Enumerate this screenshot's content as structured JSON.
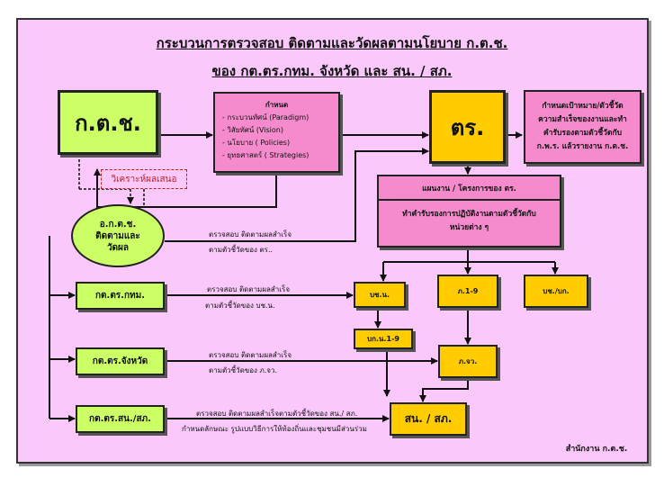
{
  "title": {
    "line1": "กระบวนการตรวจสอบ ติดตามและวัดผลตามนโยบาย ก.ต.ช.",
    "line2": "ของ กต.ตร.กทม. จังหวัด และ สน. / สภ."
  },
  "nodes": {
    "kts": "ก.ต.ช.",
    "analysis": "วิเคราะห์ผลเสนอ",
    "akts": {
      "l1": "อ.ก.ต.ช.",
      "l2": "ติดตามและ",
      "l3": "วัดผล"
    },
    "define": {
      "heading": "กำหนด",
      "items": [
        "- กระบวนทัศน์ (Paradigm)",
        "- วิสัยทัศน์ (Vision)",
        "- นโยบาย ( Policies)",
        "- ยุทธศาสตร์ ( Strategies)"
      ]
    },
    "tr": "ตร.",
    "kpi": {
      "l1": "กำหนดเป้าหมาย/ตัวชี้วัด",
      "l2": "ความสำเร็จของงานและทำ",
      "l3": "คำรับรองตามตัวชี้วัดกับ",
      "l4": "ก.พ.ร. แล้วรายงาน ก.ต.ช."
    },
    "plan": {
      "heading": "แผนงาน / โครงการของ ตร.",
      "l1": "ทำคำรับรองการปฏิบัติงานตามตัวชี้วัดกับ",
      "l2": "หน่วยต่าง ๆ"
    },
    "bchn": "บช.น.",
    "ph19": "ภ.1-9",
    "bchbk": "บช./บก.",
    "bkn19": "บก.น.1-9",
    "phjw": "ภ.จว.",
    "snsp_target": "สน. / สภ.",
    "kt_bkk": "กต.ตร.กทม.",
    "kt_prov": "กต.ตร.จังหวัด",
    "kt_snsp": "กต.ตร.สน./สภ."
  },
  "labels": {
    "check_tr_1": "ตรวจสอบ ติดตามผลสำเร็จ",
    "check_tr_2": "ตามตัวชี้วัดของ ตร..",
    "check_bkk_1": "ตรวจสอบ ติดตามผลสำเร็จ",
    "check_bkk_2": "ตามตัวชี้วัดของ บช.น.",
    "check_prov_1": "ตรวจสอบ ติดตามผลสำเร็จ",
    "check_prov_2": "ตามตัวชี้วัดของ ภ.จว.",
    "check_sn_1": "ตรวจสอบ ติดตามผลสำเร็จตามตัวชี้วัดของ สน./ สภ.",
    "check_sn_2": "กำหนดลักษณะ รูปแบบวิธีการให้ท้องถิ่นและชุมชนมีส่วนร่วม"
  },
  "footer": "สำนักงาน ก.ต.ช.",
  "colors": {
    "green": "#ccff66",
    "gold": "#ffcc00",
    "pink": "#f58bcc",
    "background": "#fbc8fb"
  }
}
